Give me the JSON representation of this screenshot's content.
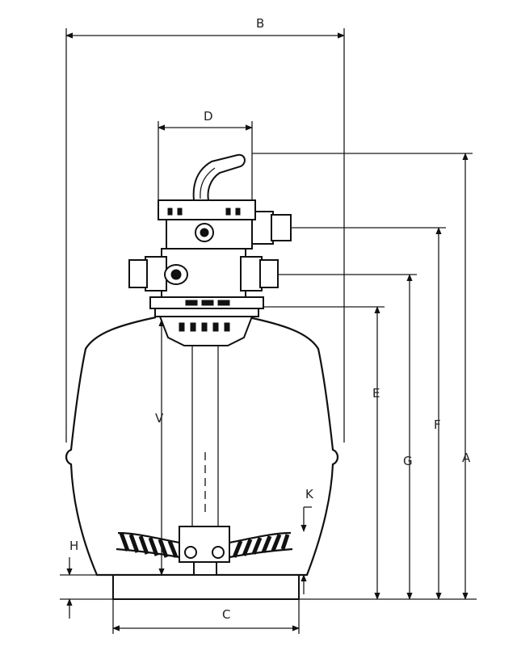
{
  "dimensions": {
    "A": "A",
    "B": "B",
    "C": "C",
    "D": "D",
    "E": "E",
    "F": "F",
    "G": "G",
    "H": "H",
    "K": "K",
    "V": "V"
  }
}
